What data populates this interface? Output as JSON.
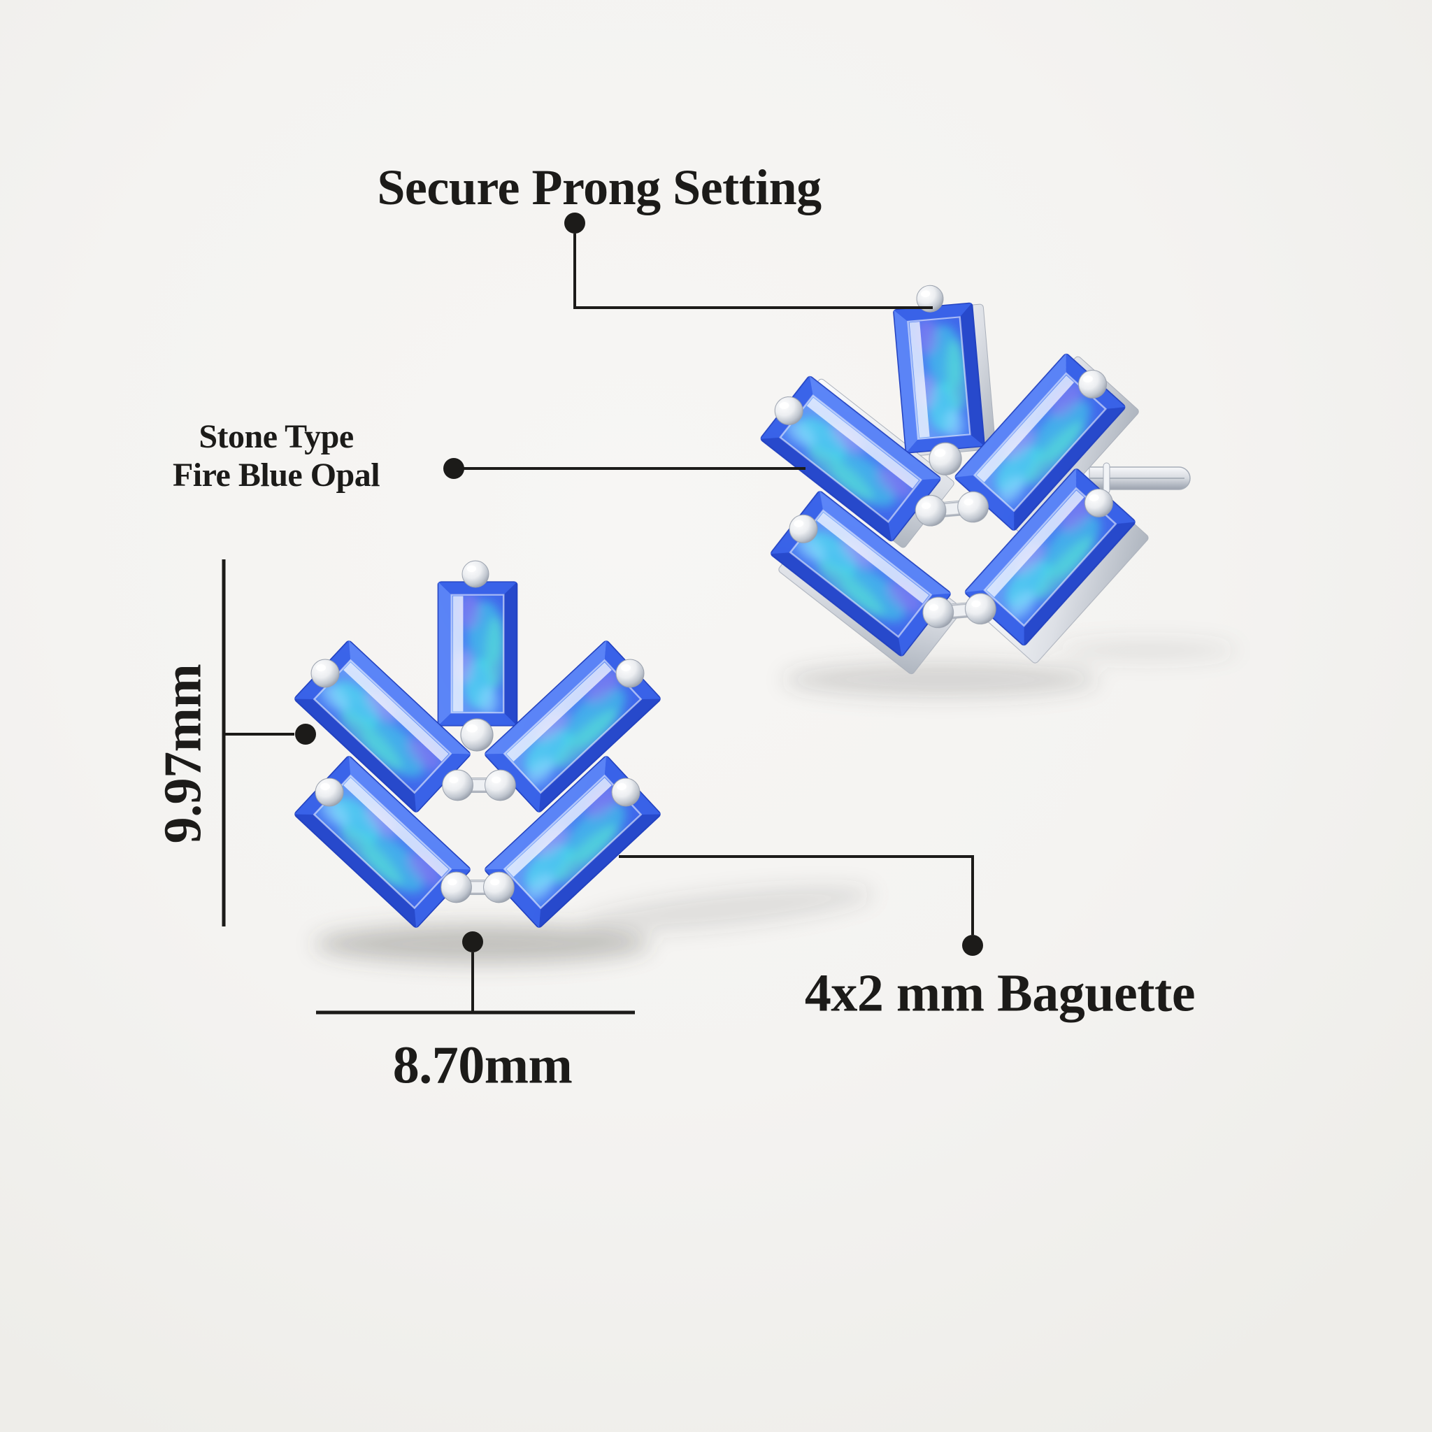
{
  "page": {
    "background_color": "#f4f3f1",
    "ink_color": "#1c1b19"
  },
  "annotations": {
    "title": "Secure Prong Setting",
    "stone_type": {
      "line1": "Stone Type",
      "line2": "Fire Blue Opal"
    },
    "height_label": "9.97mm",
    "width_label": "8.70mm",
    "stone_size_label": "4x2 mm Baguette"
  },
  "illustration": {
    "left_view": "stud-earring-front-view",
    "right_view": "stud-earring-side-view-with-post",
    "stones_per_earring": 5,
    "stone_shape": "baguette",
    "colors": {
      "opal_blue": "#3057e9",
      "opal_light_blue": "#6fa0f8",
      "opal_cyan": "#4de0ef",
      "opal_teal": "#5ff0d2",
      "opal_violet": "#9b7cf2",
      "metal_silver": "#d4d8df",
      "metal_shadow": "#8a919e"
    }
  }
}
